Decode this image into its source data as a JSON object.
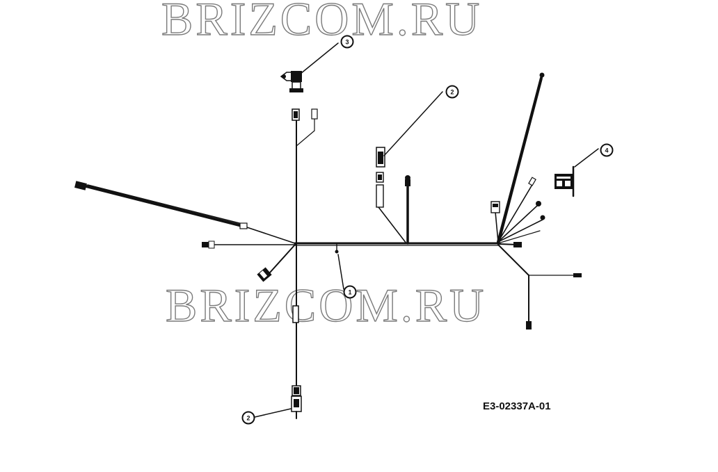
{
  "watermark": {
    "text_top": "BRIZCOM.RU",
    "text_middle": "BRIZCOM.RU"
  },
  "callouts": [
    {
      "id": "callout-1",
      "label": "1"
    },
    {
      "id": "callout-2-top",
      "label": "2"
    },
    {
      "id": "callout-2-bottom",
      "label": "2"
    },
    {
      "id": "callout-3",
      "label": "3"
    },
    {
      "id": "callout-4",
      "label": "4"
    }
  ],
  "drawing_code": "E3-02337A-01"
}
